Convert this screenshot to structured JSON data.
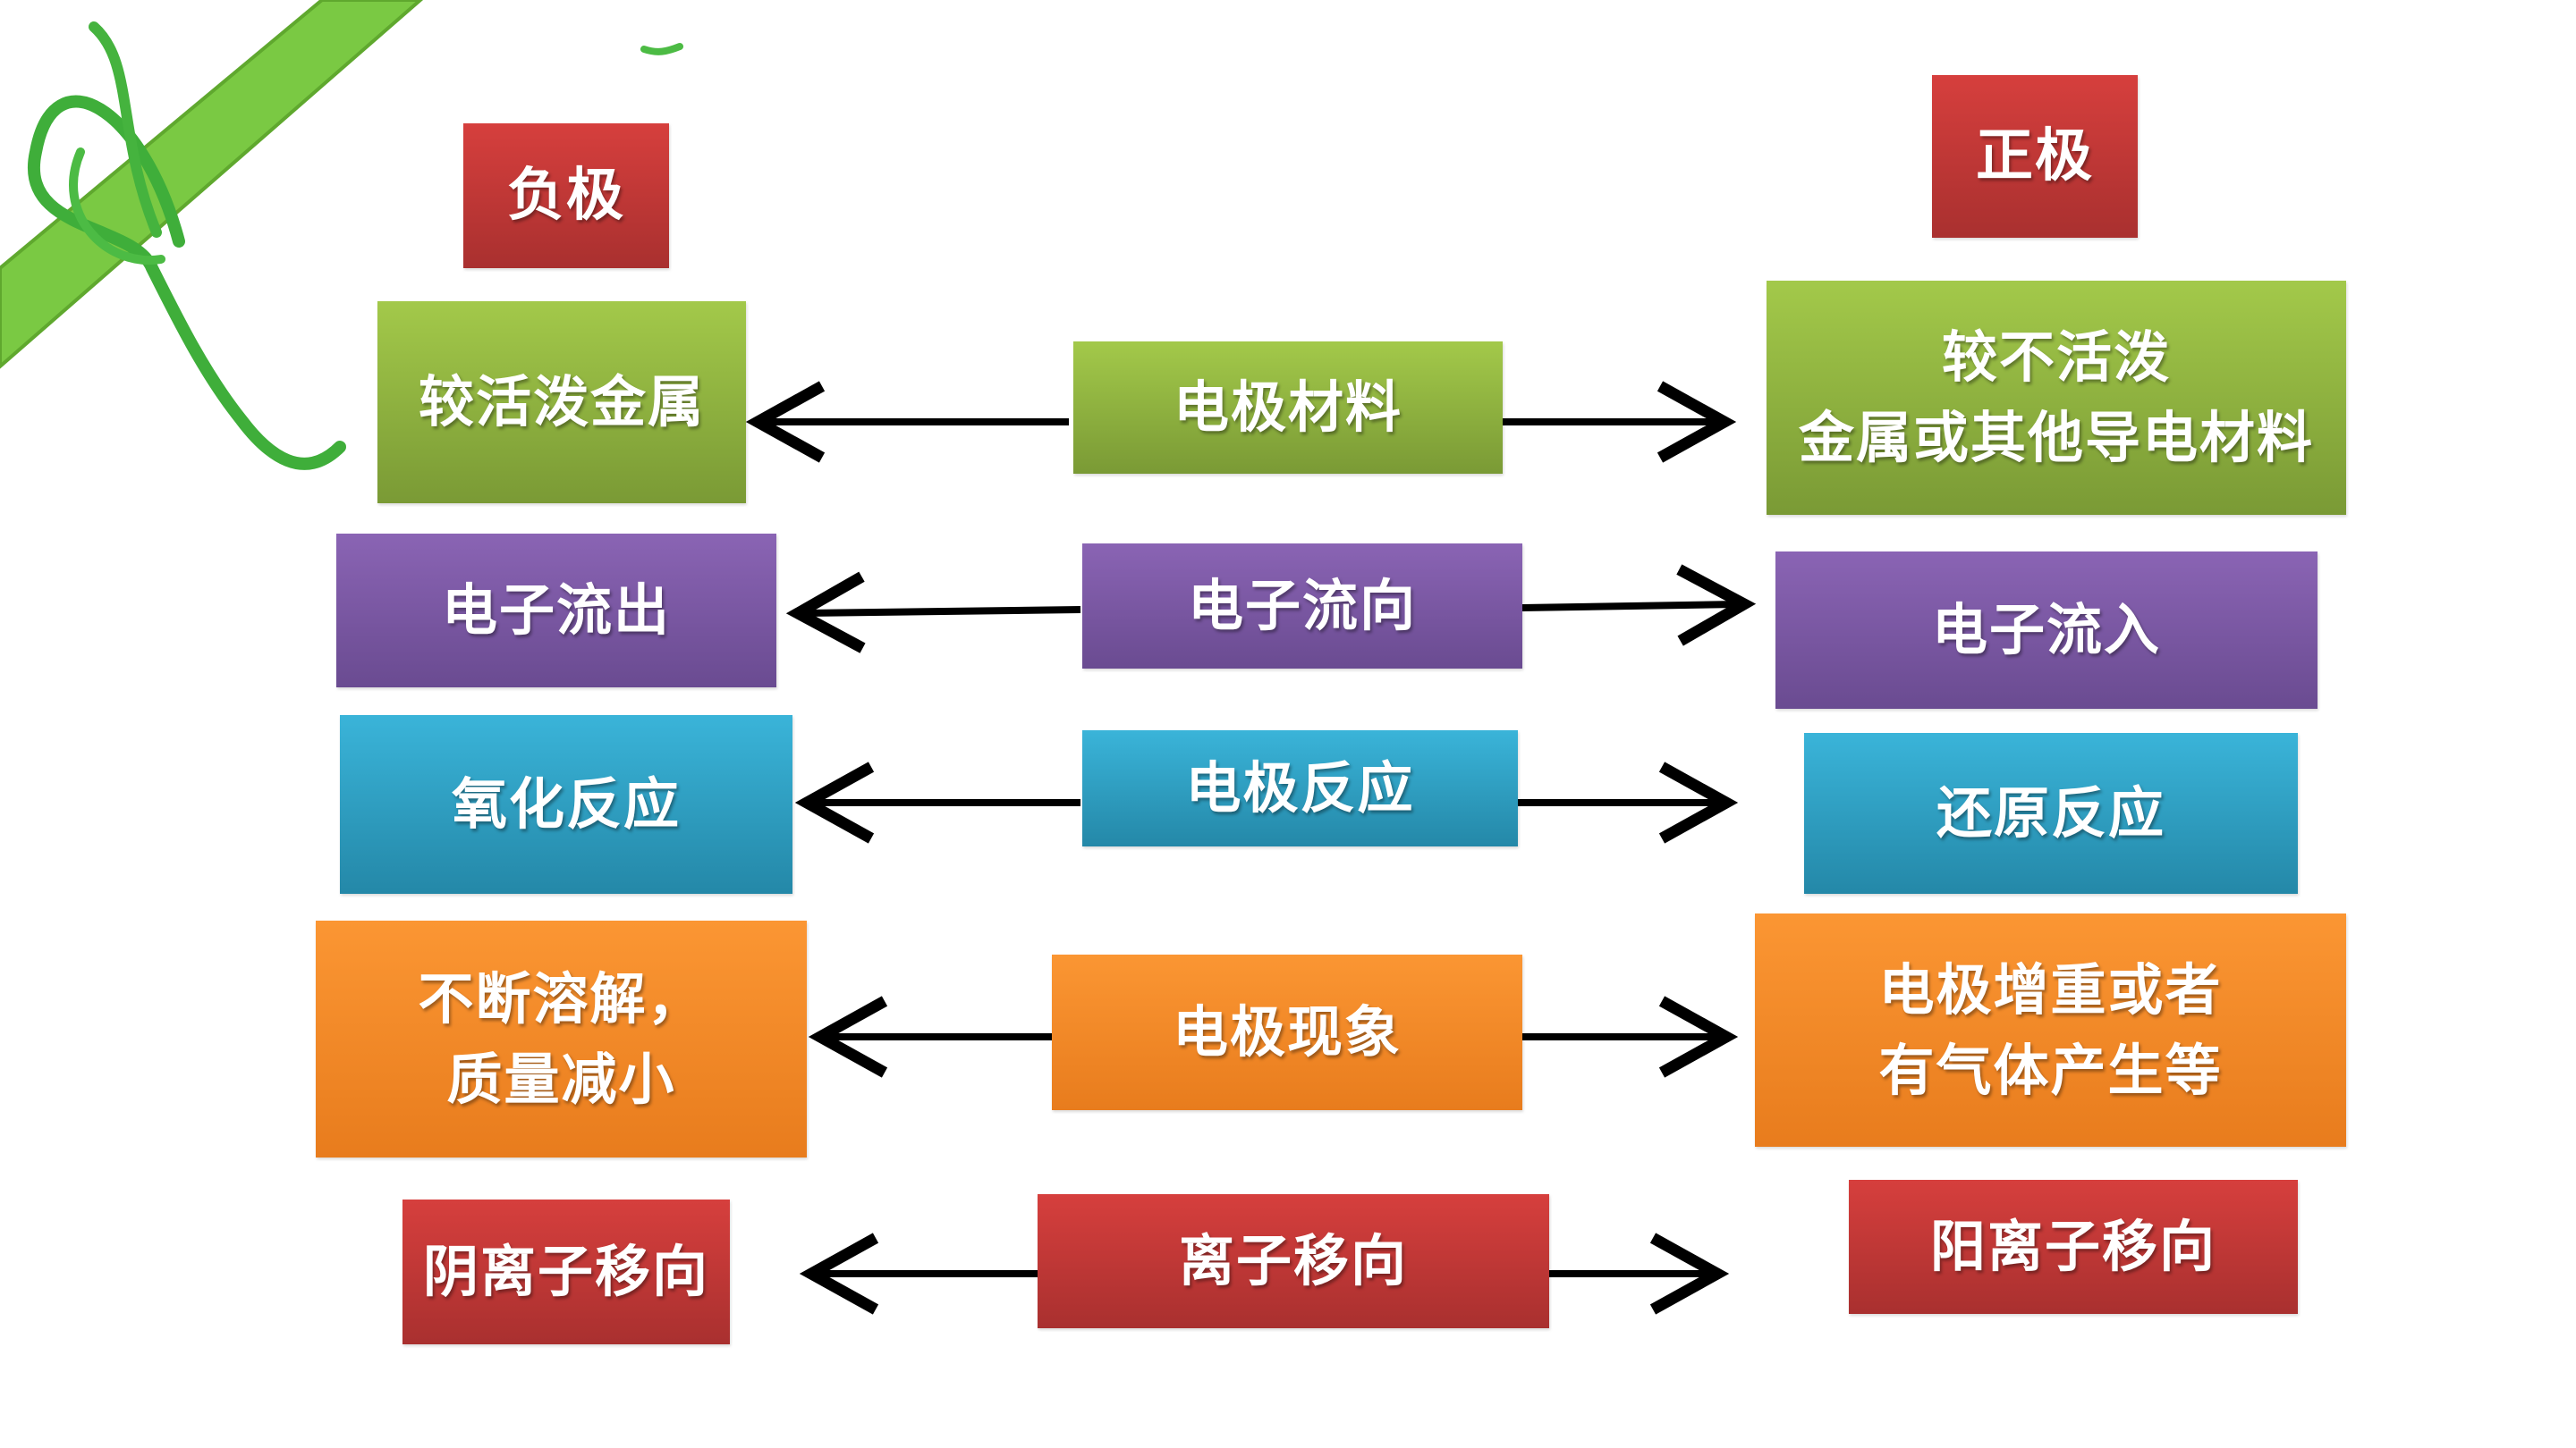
{
  "headers": {
    "negative": "负极",
    "positive": "正极"
  },
  "rows": [
    {
      "left": "较活泼金属",
      "center": "电极材料",
      "right": "较不活泼\n金属或其他导电材料"
    },
    {
      "left": "电子流出",
      "center": "电子流向",
      "right": "电子流入"
    },
    {
      "left": "氧化反应",
      "center": "电极反应",
      "right": "还原反应"
    },
    {
      "left": "不断溶解，\n质量减小",
      "center": "电极现象",
      "right": "电极增重或者\n有气体产生等"
    },
    {
      "left": "阴离子移向",
      "center": "离子移向",
      "right": "阳离子移向"
    }
  ],
  "colors": {
    "red": "#c0392b",
    "green": "#8db33f",
    "purple": "#7a55a3",
    "blue": "#2ea0c4",
    "orange": "#f68b28",
    "ribbon": "#7ac943",
    "arrow": "#000000"
  }
}
